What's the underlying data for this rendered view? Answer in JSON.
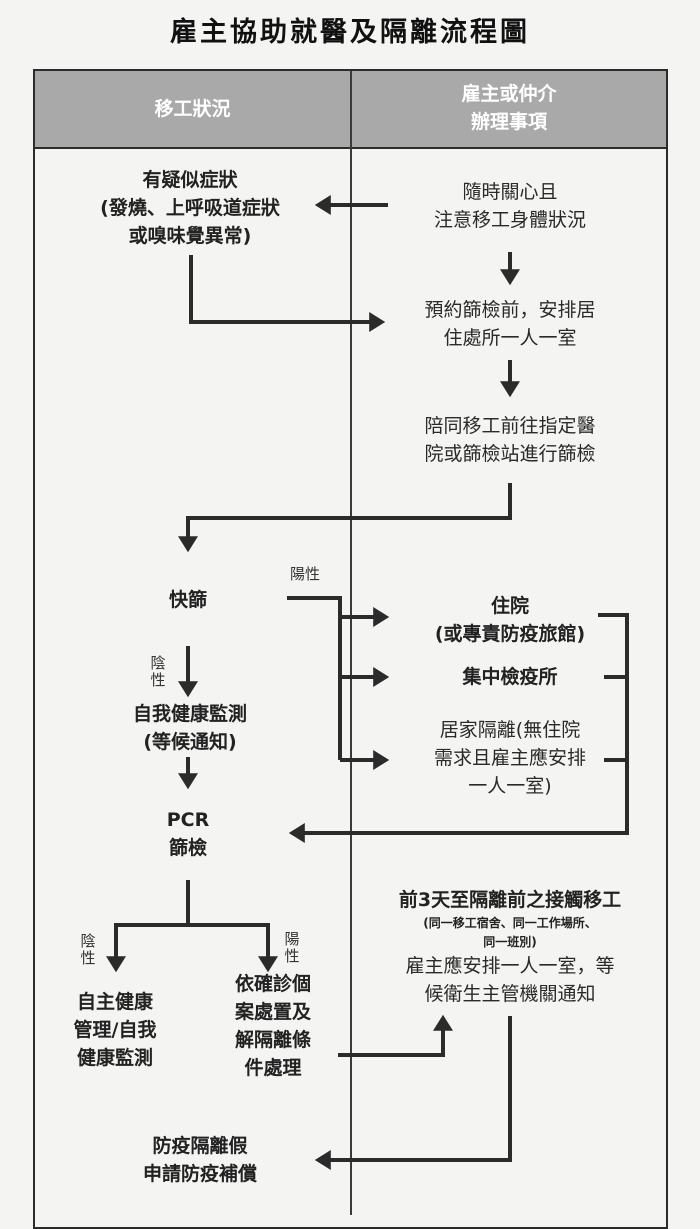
{
  "title": "雇主協助就醫及隔離流程圖",
  "header": {
    "left": "移工狀況",
    "right_line1": "雇主或仲介",
    "right_line2": "辦理事項"
  },
  "nodes": {
    "symptoms": [
      "有疑似症狀",
      "(發燒、上呼吸道症狀",
      "或嗅味覺異常)"
    ],
    "care": [
      "隨時關心且",
      "注意移工身體狀況"
    ],
    "arrange_room": [
      "預約篩檢前，安排居",
      "住處所一人一室"
    ],
    "accompany": [
      "陪同移工前往指定醫",
      "院或篩檢站進行篩檢"
    ],
    "rapid_test": "快篩",
    "hospital": [
      "住院",
      "(或專責防疫旅館)"
    ],
    "quarantine_center": "集中檢疫所",
    "home_isolation": [
      "居家隔離(無住院",
      "需求且雇主應安排",
      "一人一室)"
    ],
    "self_monitor": [
      "自我健康監測",
      "(等候通知)"
    ],
    "pcr": [
      "PCR",
      "篩檢"
    ],
    "contacts": {
      "line1": "前3天至隔離前之接觸移工",
      "note1": "(同一移工宿舍、同一工作場所、",
      "note2": "同一班別)",
      "line2": "雇主應安排一人一室，等",
      "line3": "候衛生主管機關通知"
    },
    "self_health": [
      "自主健康",
      "管理/自我",
      "健康監測"
    ],
    "confirmed": [
      "依確診個",
      "案處置及",
      "解隔離條",
      "件處理"
    ],
    "compensation": [
      "防疫隔離假",
      "申請防疫補償"
    ]
  },
  "labels": {
    "positive": "陽性",
    "negative_v": [
      "陰",
      "性"
    ],
    "positive_v": [
      "陽",
      "性"
    ]
  }
}
